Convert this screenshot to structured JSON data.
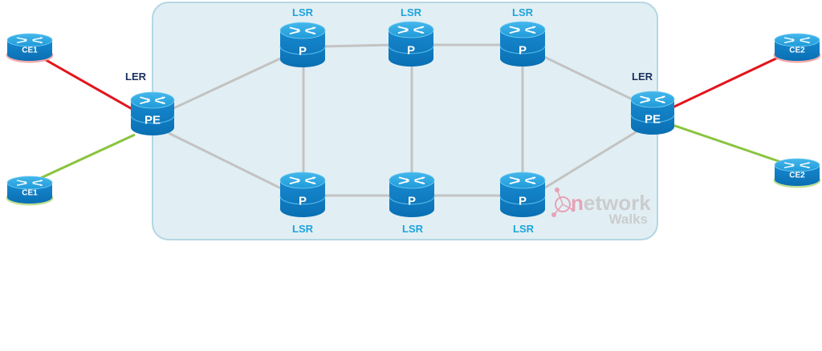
{
  "diagram": {
    "devices": {
      "ce1_top": {
        "label": "CE1"
      },
      "ce1_bottom": {
        "label": "CE1"
      },
      "pe_left": {
        "label": "PE",
        "role": "LER"
      },
      "p_top_1": {
        "label": "P",
        "role": "LSR"
      },
      "p_top_2": {
        "label": "P",
        "role": "LSR"
      },
      "p_top_3": {
        "label": "P",
        "role": "LSR"
      },
      "p_bottom_1": {
        "label": "P",
        "role": "LSR"
      },
      "p_bottom_2": {
        "label": "P",
        "role": "LSR"
      },
      "p_bottom_3": {
        "label": "P",
        "role": "LSR"
      },
      "pe_right": {
        "label": "PE",
        "role": "LER"
      },
      "ce2_top": {
        "label": "CE2"
      },
      "ce2_bottom": {
        "label": "CE2"
      }
    },
    "watermark": {
      "brand_first_letter": "n",
      "brand_rest": "etwork",
      "tagline": "Walks"
    },
    "colors": {
      "core_box_fill": "#e1eff4",
      "core_box_border": "#b4d6e3",
      "core_link": "#c3c3c3",
      "red_link": "#e3141c",
      "green_link": "#8ac43f",
      "router_top": "#2aa6e3",
      "router_side": "#0a79c0",
      "watermark_accent": "#e89ab0",
      "watermark_text": "#c9c9c9"
    }
  }
}
